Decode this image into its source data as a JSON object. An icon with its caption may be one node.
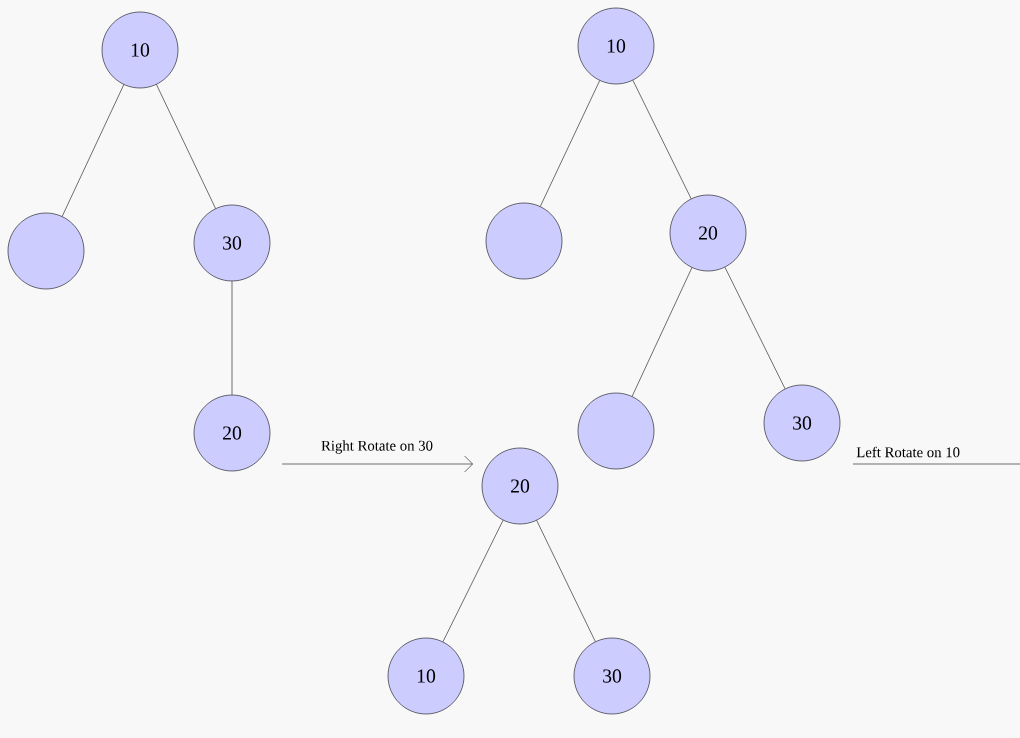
{
  "diagram": {
    "nodes": [
      {
        "text": [
          "10"
        ]
      },
      {
        "text": [],
        "shape": "circle"
      },
      {
        "text": [
          "30"
        ]
      },
      {
        "text": [
          "20"
        ]
      },
      {
        "text": [
          "10"
        ]
      },
      {
        "text": [],
        "shape": "circle"
      },
      {
        "text": [
          "20"
        ]
      },
      {
        "text": [],
        "shape": "circle"
      },
      {
        "text": [
          "30"
        ]
      },
      {
        "text": [
          "20"
        ]
      },
      {
        "text": [
          "10"
        ]
      },
      {
        "text": [
          "30"
        ]
      }
    ],
    "edges": [
      {
        "from": 0,
        "to": 1,
        "arrow": "none"
      },
      {
        "from": 0,
        "to": 2,
        "arrow": "none"
      },
      {
        "from": 2,
        "to": 3,
        "arrow": "none"
      },
      {
        "from": 4,
        "to": 5,
        "arrow": "none"
      },
      {
        "from": 4,
        "to": 6,
        "arrow": "none"
      },
      {
        "from": 6,
        "to": 7,
        "arrow": "none"
      },
      {
        "from": 6,
        "to": 8,
        "arrow": "none"
      },
      {
        "from": 9,
        "to": 10,
        "arrow": "none"
      },
      {
        "from": 9,
        "to": 11,
        "arrow": "none"
      }
    ],
    "labels": [
      "Right Rotate on 30",
      "Left Rotate on 10"
    ]
  }
}
